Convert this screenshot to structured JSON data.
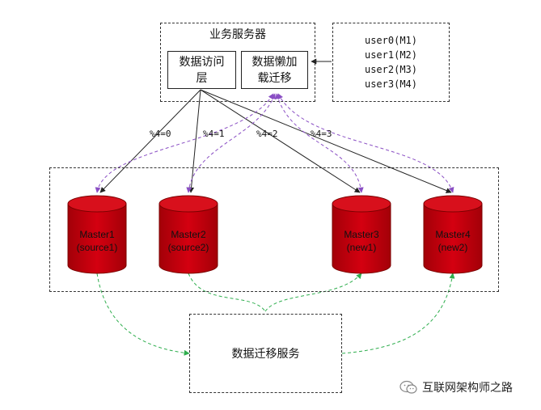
{
  "business_server": {
    "title": "业务服务器",
    "access_layer": [
      "数据访问",
      "层"
    ],
    "lazy_migration": [
      "数据懒加",
      "载迁移"
    ]
  },
  "user_mapping": [
    "user0(M1)",
    "user1(M2)",
    "user2(M3)",
    "user3(M4)"
  ],
  "masters": [
    {
      "name": "Master1",
      "sub": "(source1)"
    },
    {
      "name": "Master2",
      "sub": "(source2)"
    },
    {
      "name": "Master3",
      "sub": "(new1)"
    },
    {
      "name": "Master4",
      "sub": "(new2)"
    }
  ],
  "mod_labels": [
    "%4=0",
    "%4=1",
    "%4=2",
    "%4=3"
  ],
  "migration_service": "数据迁移服务",
  "watermark": "互联网架构师之路",
  "colors": {
    "db_fill": "#c8000a",
    "db_stroke": "#7a0000",
    "purple_arrow": "#8a4fc4",
    "green_arrow": "#2fae4e",
    "solid_arrow": "#222222"
  }
}
